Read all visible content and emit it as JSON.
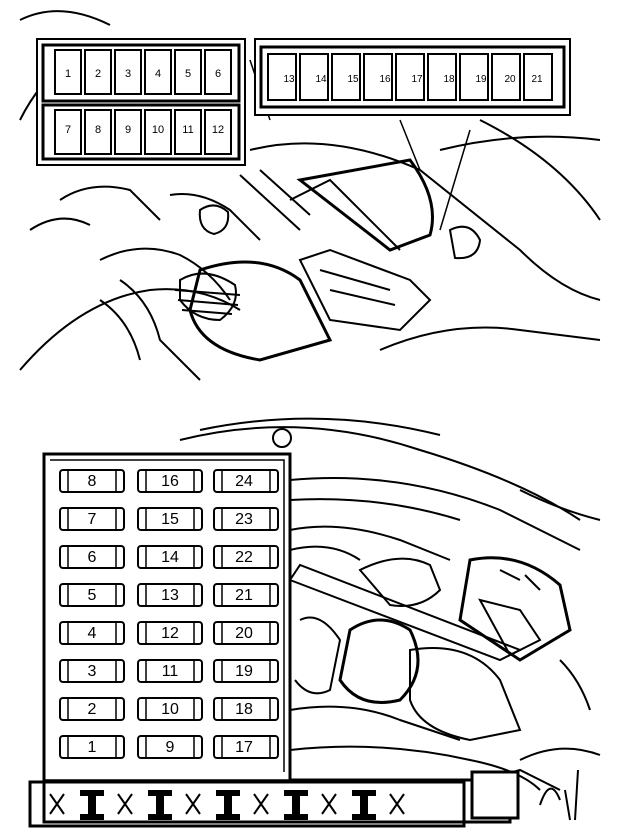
{
  "top_diagram": {
    "left_box_row1": [
      "1",
      "2",
      "3",
      "4",
      "5",
      "6"
    ],
    "left_box_row2": [
      "7",
      "8",
      "9",
      "10",
      "11",
      "12"
    ],
    "right_box_row": [
      "13",
      "14",
      "15",
      "16",
      "17",
      "18",
      "19",
      "20",
      "21"
    ]
  },
  "bottom_diagram": {
    "fuse_col1": [
      "8",
      "7",
      "6",
      "5",
      "4",
      "3",
      "2",
      "1"
    ],
    "fuse_col2": [
      "16",
      "15",
      "14",
      "13",
      "12",
      "11",
      "10",
      "9"
    ],
    "fuse_col3": [
      "24",
      "23",
      "22",
      "21",
      "20",
      "19",
      "18",
      "17"
    ]
  }
}
